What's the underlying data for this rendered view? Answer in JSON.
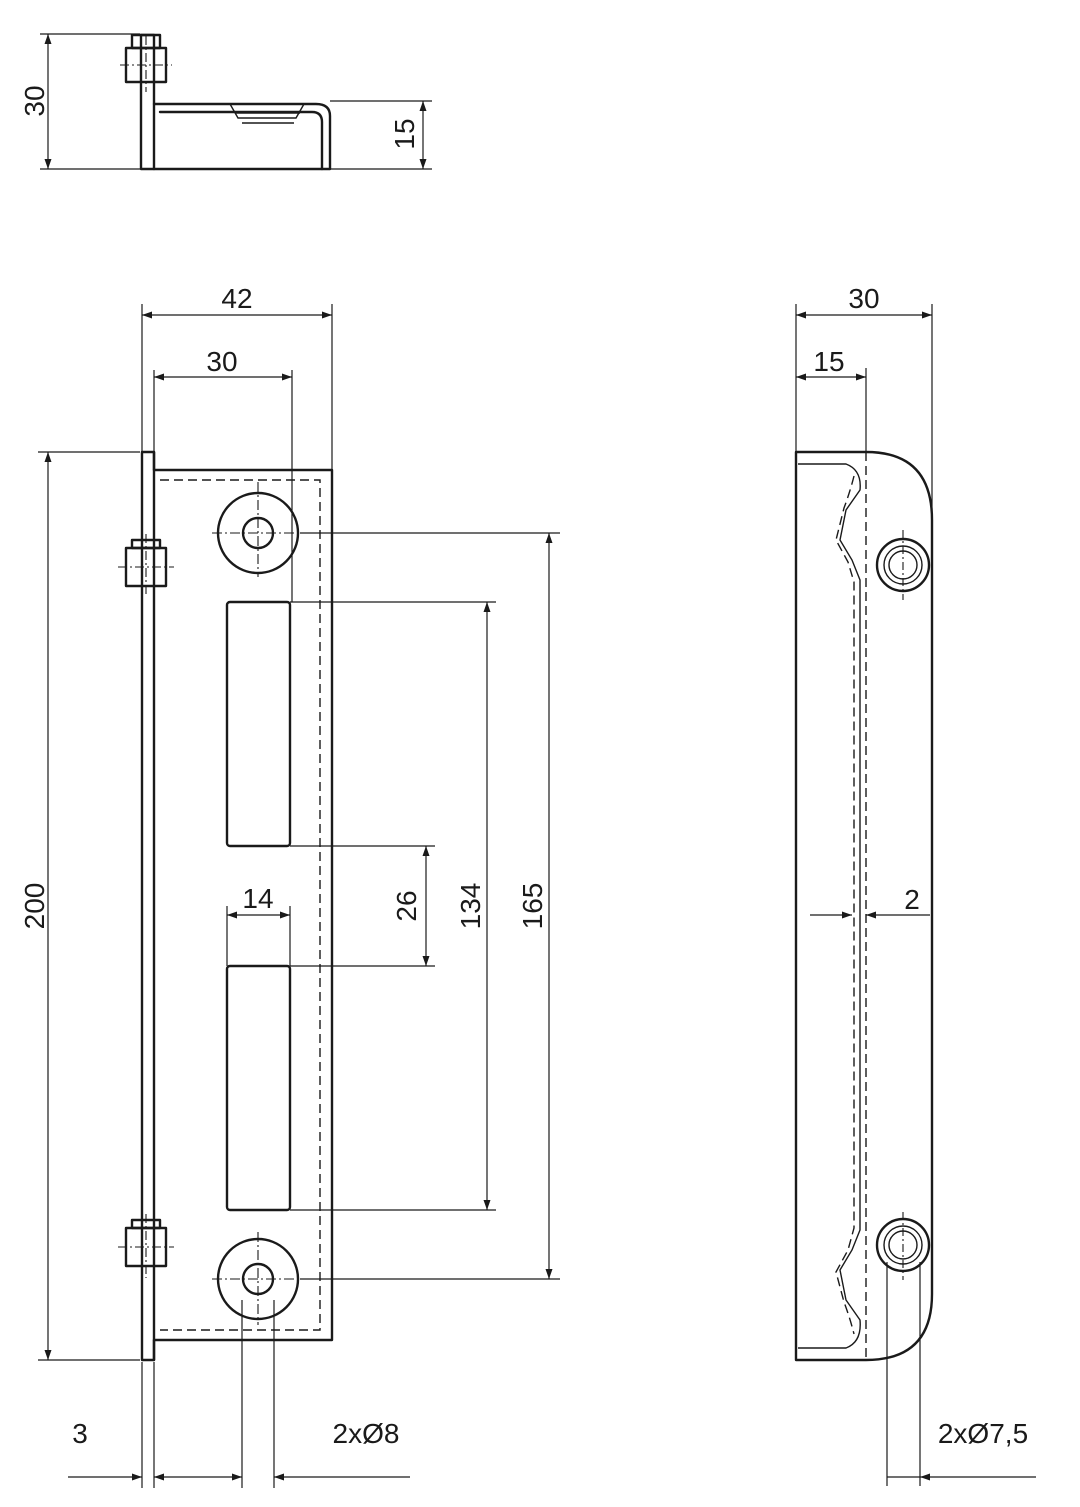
{
  "colors": {
    "line": "#1a1a1a",
    "background": "#ffffff"
  },
  "top_view": {
    "height_total": "30",
    "flange_height": "15"
  },
  "front_view": {
    "width_total": "42",
    "plate_width": "30",
    "height_total": "200",
    "hole_spacing": "165",
    "slot_span": "134",
    "slot_gap": "26",
    "slot_width": "14",
    "thickness": "3",
    "hole_callout": "2xØ8"
  },
  "side_view": {
    "depth_total": "30",
    "depth_inner": "15",
    "wall": "2",
    "hole_callout": "2xØ7,5"
  }
}
